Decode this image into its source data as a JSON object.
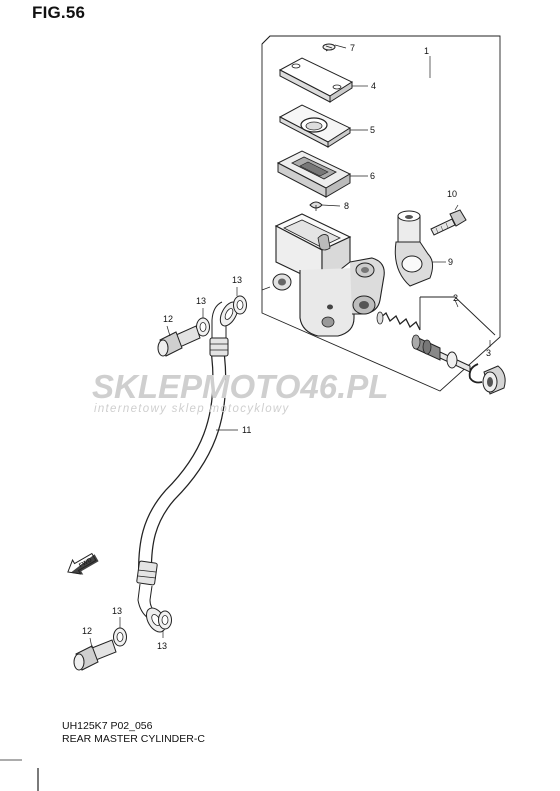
{
  "figure": {
    "title": "FIG.56",
    "code": "UH125K7 P02_056",
    "name": "REAR MASTER CYLINDER-C"
  },
  "watermark": {
    "brand": "SKLEPMOTO46.PL",
    "tagline": "internetowy sklep motocyklowy",
    "colors": {
      "text": "#cfcfcf",
      "highlight": "#e06a6a"
    }
  },
  "direction_badge": "FWD",
  "callouts": {
    "c1": "1",
    "c2": "2",
    "c3": "3",
    "c4": "4",
    "c5": "5",
    "c6": "6",
    "c7": "7",
    "c8": "8",
    "c9": "9",
    "c10": "10",
    "c11": "11",
    "c12_top": "12",
    "c12_bottom": "12",
    "c13_a": "13",
    "c13_b": "13",
    "c13_c": "13",
    "c13_d": "13"
  }
}
